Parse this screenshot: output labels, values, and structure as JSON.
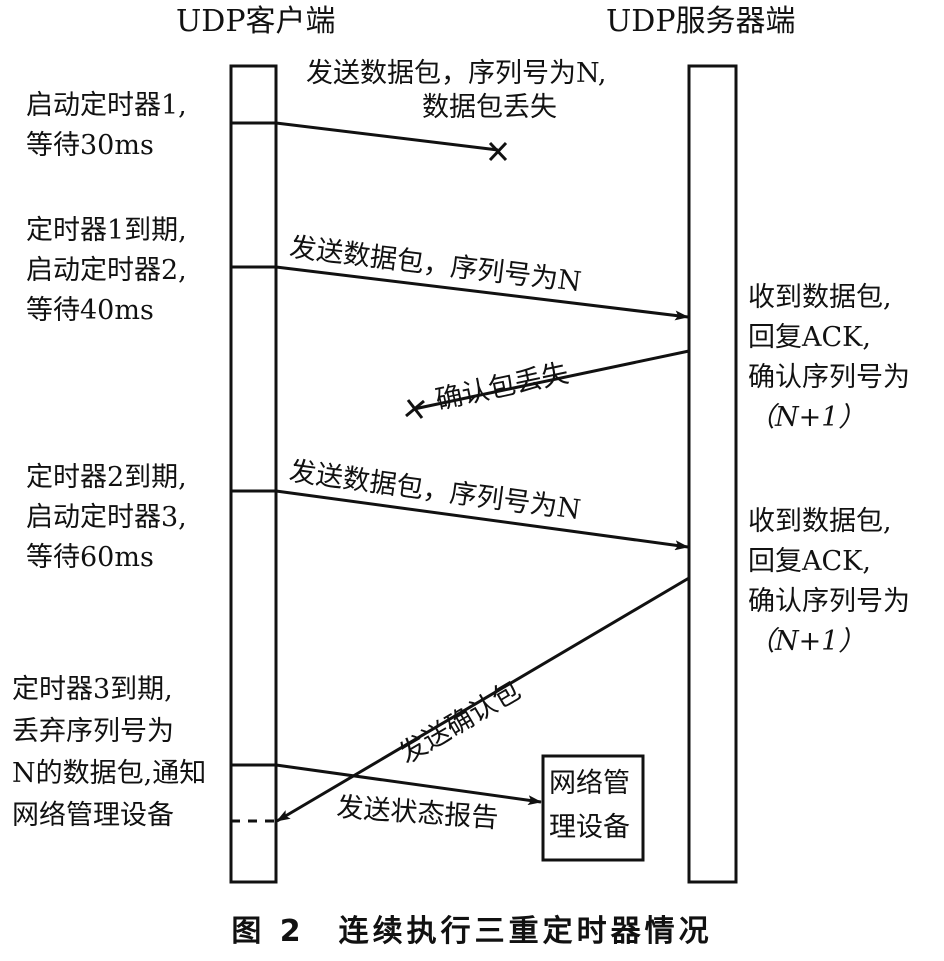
{
  "headers": {
    "client": "UDP客户端",
    "server": "UDP服务器端"
  },
  "client_notes": [
    {
      "lines": [
        "启动定时器1,",
        "等待30ms"
      ]
    },
    {
      "lines": [
        "定时器1到期,",
        "启动定时器2,",
        "等待40ms"
      ]
    },
    {
      "lines": [
        "定时器2到期,",
        "启动定时器3,",
        "等待60ms"
      ]
    },
    {
      "lines": [
        "定时器3到期,",
        "丢弃序列号为",
        "N的数据包,通知",
        "网络管理设备"
      ]
    }
  ],
  "server_notes": [
    {
      "lines": [
        "收到数据包,",
        "回复ACK,",
        "确认序列号为",
        "（N+1）"
      ]
    },
    {
      "lines": [
        "收到数据包,",
        "回复ACK,",
        "确认序列号为",
        "（N+1）"
      ]
    }
  ],
  "messages": [
    {
      "id": "m1",
      "label_lines": [
        "发送数据包，序列号为N,",
        "数据包丢失"
      ],
      "from": "client",
      "to": "lost",
      "lost": true
    },
    {
      "id": "m2",
      "label": "发送数据包，序列号为N",
      "from": "client",
      "to": "server",
      "lost": false
    },
    {
      "id": "m3",
      "label": "确认包丢失",
      "from": "server",
      "to": "lost",
      "lost": true
    },
    {
      "id": "m4",
      "label": "发送数据包，序列号为N",
      "from": "client",
      "to": "server",
      "lost": false
    },
    {
      "id": "m5",
      "label": "发送确认包",
      "from": "server",
      "to": "client",
      "lost": false
    },
    {
      "id": "m6",
      "label": "发送状态报告",
      "from": "client",
      "to": "network_device",
      "lost": false
    }
  ],
  "network_device": {
    "lines": [
      "网络管",
      "理设备"
    ]
  },
  "caption": "图 2　连续执行三重定时器情况",
  "colors": {
    "ink": "#111111",
    "background": "#ffffff"
  }
}
